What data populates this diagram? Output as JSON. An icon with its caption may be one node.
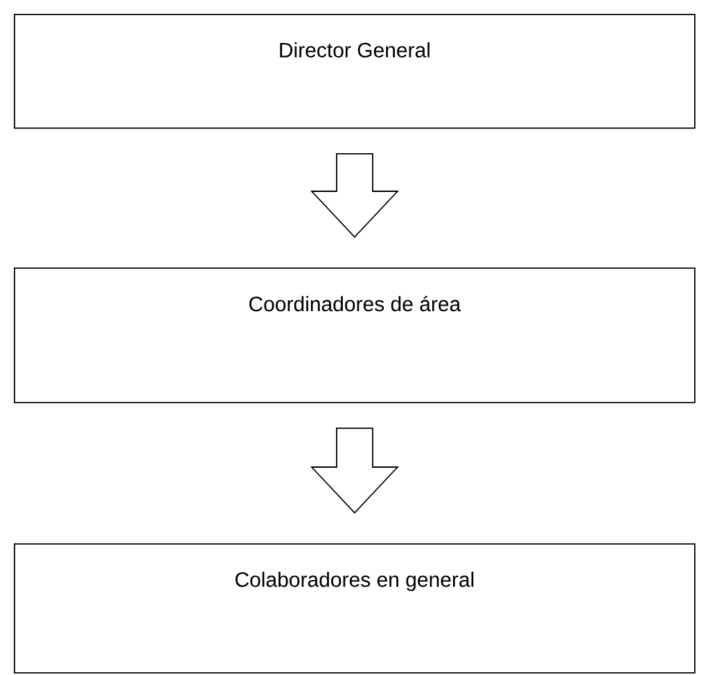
{
  "diagram": {
    "nodes": [
      {
        "text": [
          "Director General"
        ]
      },
      {
        "text": [
          "Coordinadores de área"
        ]
      },
      {
        "text": [
          "Colaboradores en general"
        ]
      }
    ],
    "edges": [
      {
        "from": 0,
        "to": 1,
        "arrow": "to"
      },
      {
        "from": 1,
        "to": 2,
        "arrow": "to"
      }
    ]
  }
}
